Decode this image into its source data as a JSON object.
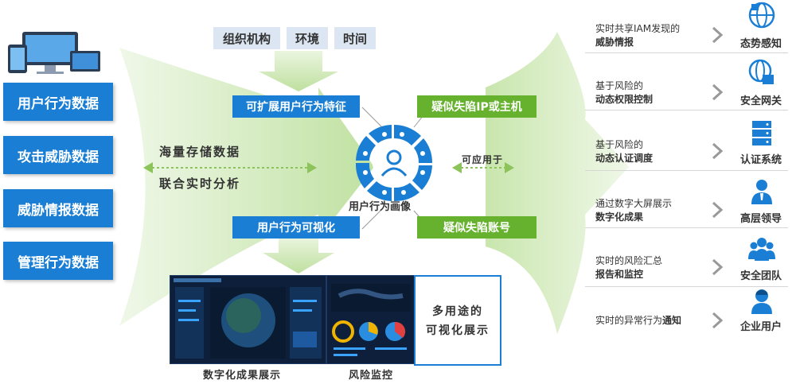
{
  "sources": [
    {
      "label": "用户行为数据"
    },
    {
      "label": "攻击威胁数据"
    },
    {
      "label": "威胁情报数据"
    },
    {
      "label": "管理行为数据"
    }
  ],
  "context": [
    {
      "label": "组织机构"
    },
    {
      "label": "环境"
    },
    {
      "label": "时间"
    }
  ],
  "storage_text": "海量存储数据",
  "analysis_text": "联合实时分析",
  "center": {
    "label": "用户行为画像"
  },
  "features_label": "可扩展用户行为特征",
  "visual_label": "用户行为可视化",
  "suspect_host_label": "疑似失陷IP或主机",
  "suspect_account_label": "疑似失陷账号",
  "applicable_text": "可应用于",
  "multi_use": {
    "line1": "多用途的",
    "line2": "可视化展示"
  },
  "captions": {
    "left": "数字化成果展示",
    "right": "风险监控"
  },
  "outputs": [
    {
      "line1": "实时共享IAM发现的",
      "line2": "威胁情报",
      "label": "态势感知",
      "icon": "globe-lock-icon"
    },
    {
      "line1": "基于风险的",
      "line2": "动态权限控制",
      "label": "安全网关",
      "icon": "gateway-icon"
    },
    {
      "line1": "基于风险的",
      "line2": "动态认证调度",
      "label": "认证系统",
      "icon": "server-icon"
    },
    {
      "line1": "通过数字大屏展示",
      "line2": "数字化成果",
      "label": "高层领导",
      "icon": "leader-icon"
    },
    {
      "line1": "实时的风险汇总",
      "line2": "报告和监控",
      "label": "安全团队",
      "icon": "team-icon"
    },
    {
      "line1": "实时的异常行为",
      "line2": "通知",
      "label": "企业用户",
      "icon": "user-icon"
    }
  ],
  "colors": {
    "blue": "#1a7fd4",
    "green": "#66b22f",
    "light_green": "#d4ecc0",
    "context_bg": "#dbe6f2"
  }
}
